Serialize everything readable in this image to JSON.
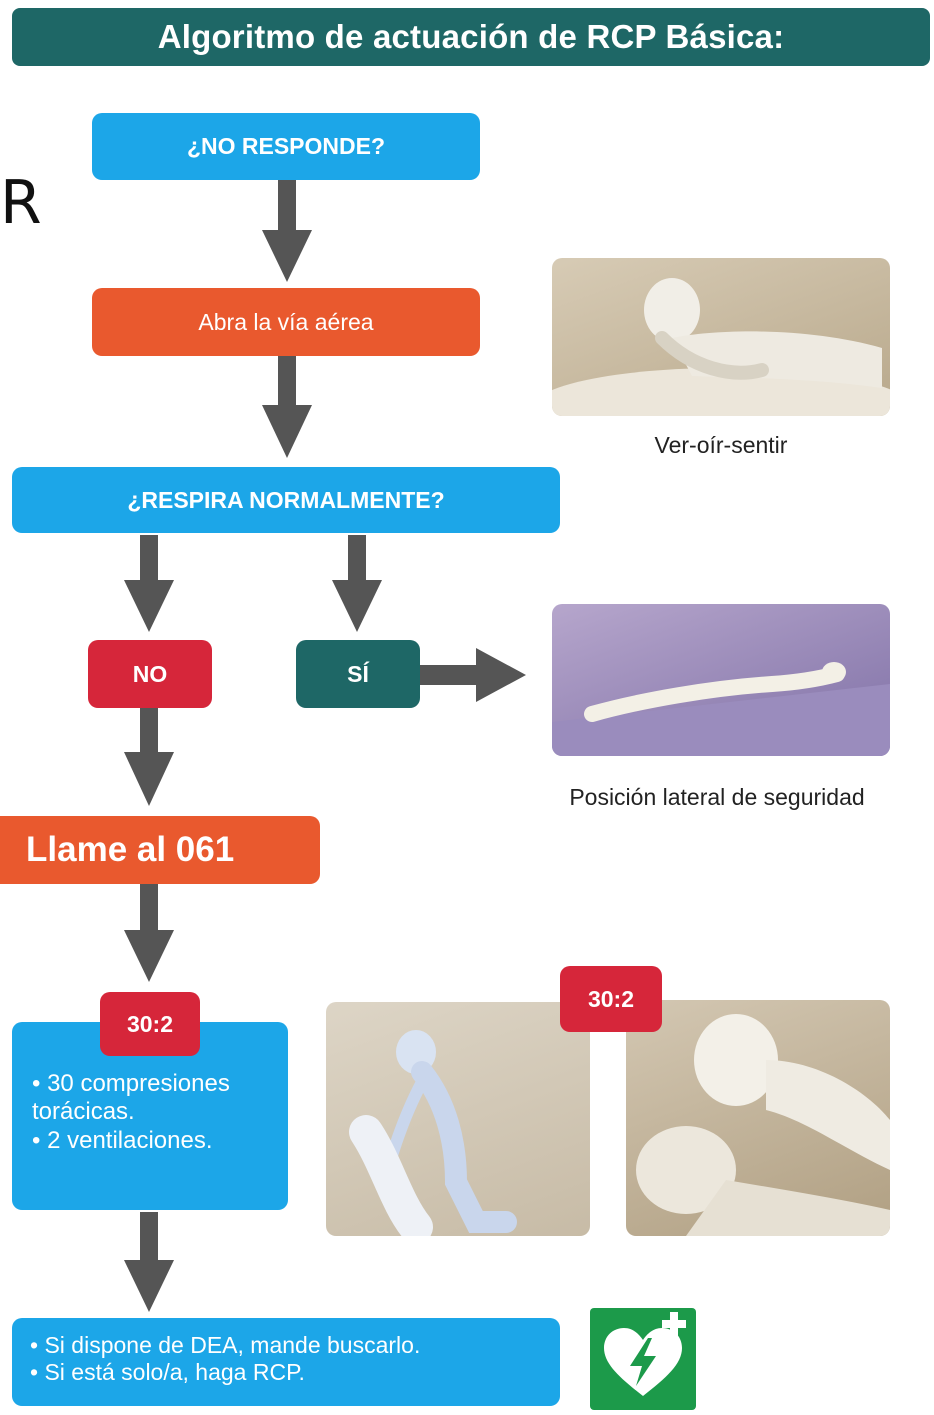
{
  "title": "Algoritmo de actuación de RCP Básica:",
  "side_letter": "R",
  "steps": {
    "no_responde": "¿NO RESPONDE?",
    "abra_via": "Abra la vía aérea",
    "respira": "¿RESPIRA NORMALMENTE?",
    "no": "NO",
    "si": "SÍ",
    "llame": "Llame al 061",
    "ratio_badge": "30:2",
    "compresiones": [
      "30 compresiones torácicas.",
      "2 ventilaciones."
    ],
    "dea": [
      "Si dispone de DEA, mande buscarlo.",
      "Si está solo/a, haga RCP."
    ]
  },
  "captions": {
    "ver_oir": "Ver-oír-sentir",
    "posicion": "Posición lateral de seguridad"
  },
  "photo_badge": "30:2",
  "colors": {
    "blue": "#1ca6e8",
    "orange": "#e9592e",
    "red": "#d6263a",
    "teal": "#1e6766",
    "arrow": "#555555",
    "aed_green": "#1c9a4a"
  },
  "icons": [
    "aed-heart-icon"
  ]
}
